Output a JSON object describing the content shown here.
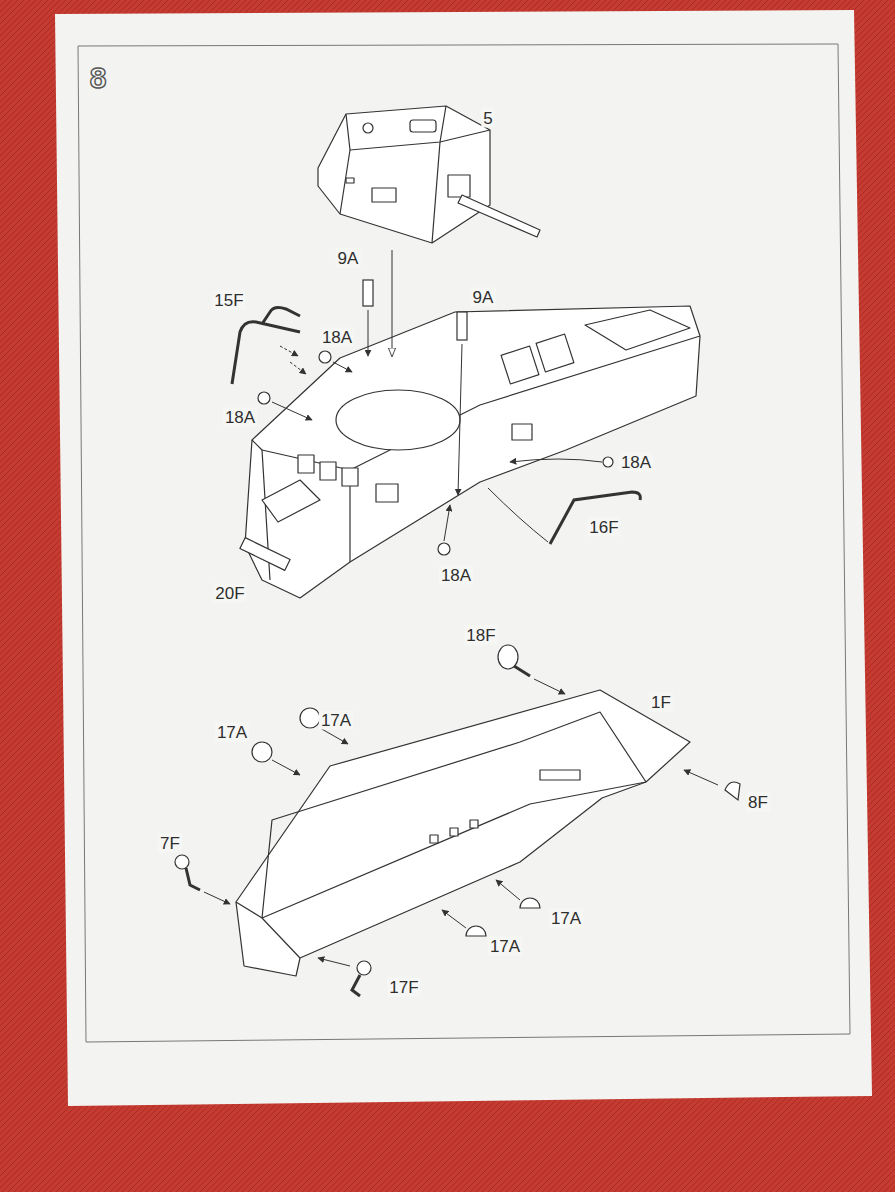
{
  "diagram": {
    "labels": [
      "8",
      "5",
      "9A",
      "9A",
      "15F",
      "18A",
      "18A",
      "18A",
      "16F",
      "20F",
      "18A",
      "18F",
      "1F",
      "17A",
      "17A",
      "8F",
      "7F",
      "17A",
      "17A",
      "17F"
    ]
  }
}
